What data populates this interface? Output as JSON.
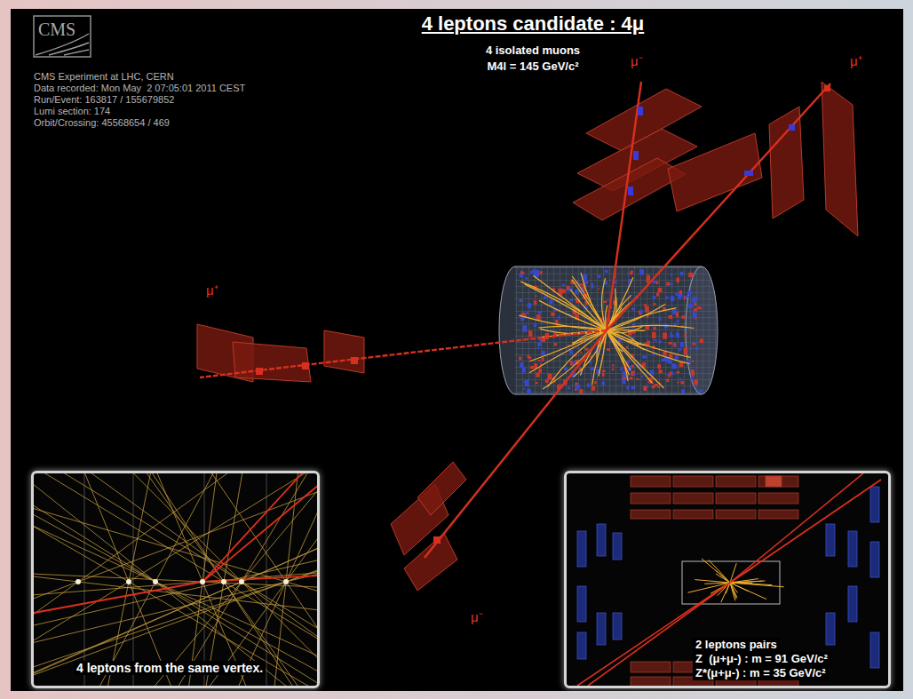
{
  "diagram": {
    "title": "4 leptons candidate : 4μ",
    "nodes": [
      {
        "text": [
          "4 leptons from the same vertex."
        ]
      },
      {
        "text": [
          "2 leptons pairs",
          "Z  (μ+μ-) : m = 91 GeV/c²",
          "Z*(μ+μ-) : m = 35 GeV/c²"
        ]
      }
    ],
    "labels": [
      "CMS",
      "CMS Experiment at LHC, CERN",
      "Data recorded: Mon May  2 07:05:01 2011 CEST",
      "Run/Event: 163817 / 155679852",
      "Lumi section: 174",
      "Orbit/Crossing: 45568654 / 469",
      "4 isolated muons",
      "M4l = 145 GeV/c²",
      "μ⁻",
      "μ⁺",
      "μ⁺",
      "μ⁻"
    ]
  }
}
